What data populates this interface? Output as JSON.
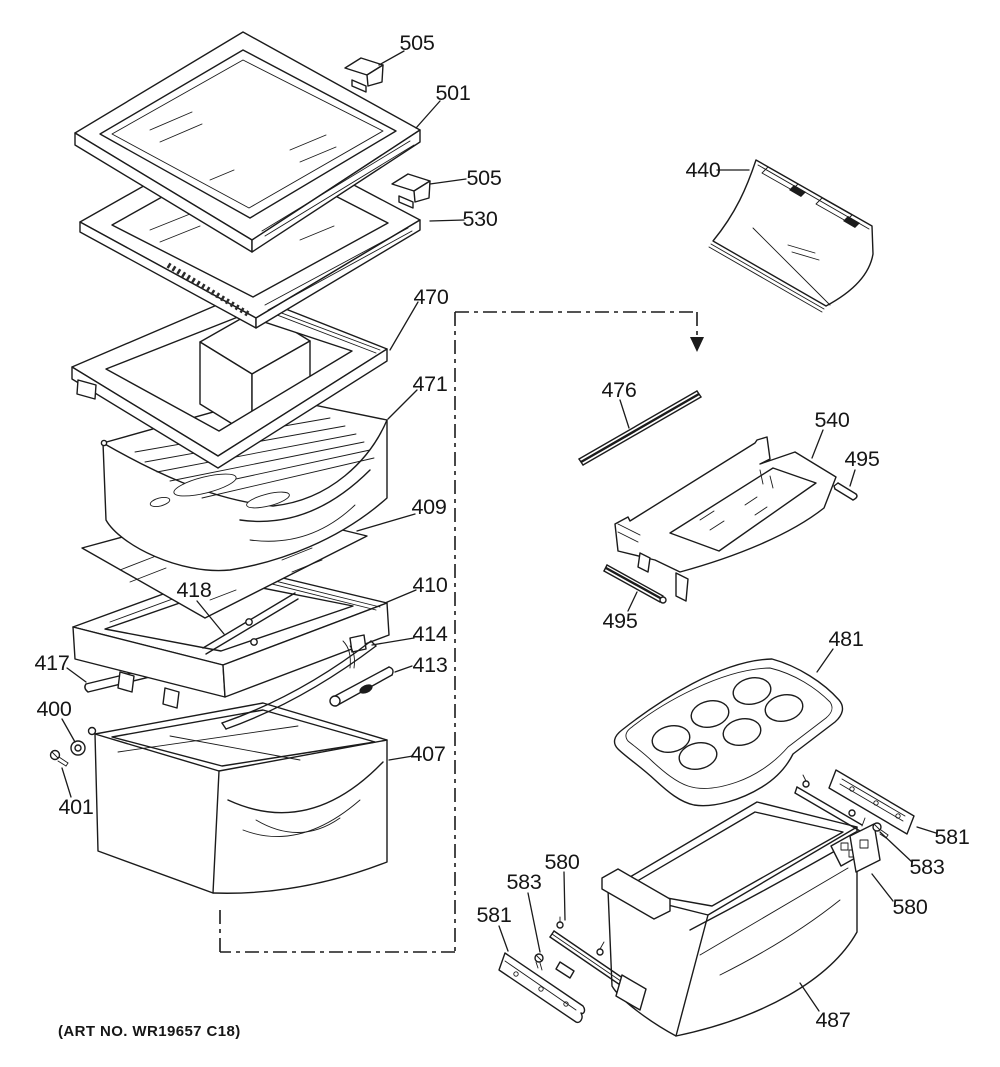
{
  "figure": {
    "art_no": "(ART NO. WR19657 C18)",
    "ink_color": "#1b1b1b",
    "background_color": "#ffffff",
    "type": "exploded-parts-diagram"
  },
  "callouts": {
    "c505a": "505",
    "c501": "501",
    "c505b": "505",
    "c530": "530",
    "c470": "470",
    "c471": "471",
    "c409": "409",
    "c418": "418",
    "c410": "410",
    "c414": "414",
    "c413": "413",
    "c417": "417",
    "c400": "400",
    "c401": "401",
    "c407": "407",
    "c440": "440",
    "c476": "476",
    "c540": "540",
    "c495a": "495",
    "c495b": "495",
    "c481": "481",
    "c581r": "581",
    "c583r": "583",
    "c580r": "580",
    "c487": "487",
    "c580l": "580",
    "c583l": "583",
    "c581l": "581"
  }
}
